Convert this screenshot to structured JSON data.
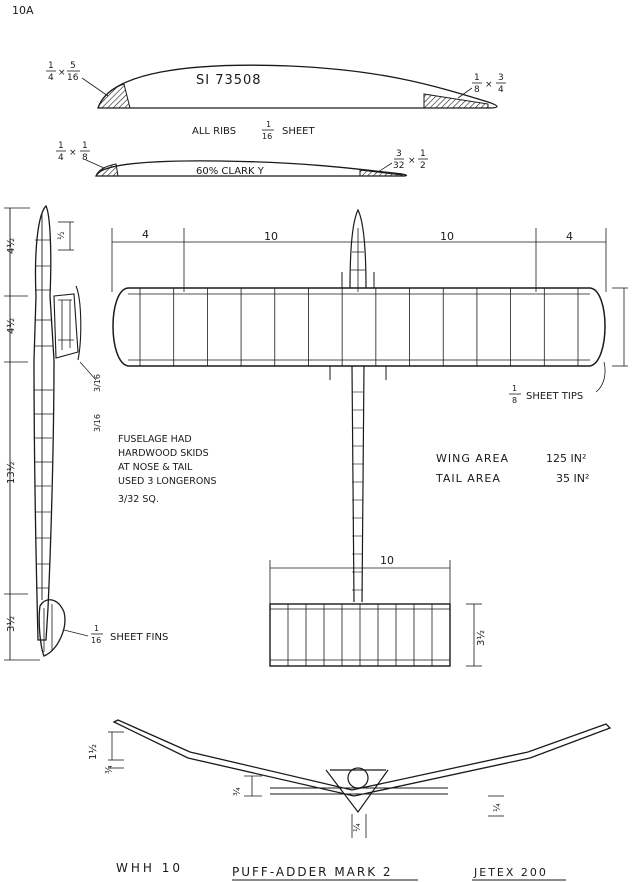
{
  "page_label": "10A",
  "rib_top": {
    "section_name": "SI 73508",
    "le_size_num": "1",
    "le_size_den": "4",
    "le_size_x": "×",
    "le_size_num2": "5",
    "le_size_den2": "16",
    "te_size_num": "1",
    "te_size_den": "8",
    "te_size_x": "×",
    "te_size_num2": "3",
    "te_size_den2": "4"
  },
  "ribs_note_prefix": "ALL RIBS",
  "ribs_note_num": "1",
  "ribs_note_den": "16",
  "ribs_note_suffix": "SHEET",
  "rib_tail": {
    "section_name": "60% CLARK Y",
    "le_num": "1",
    "le_den": "4",
    "le_x": "×",
    "le_num2": "1",
    "le_den2": "8",
    "te_num": "3",
    "te_den": "32",
    "te_x": "×",
    "te_num2": "1",
    "te_den2": "2"
  },
  "wing_dims": {
    "tip_left": "4",
    "panel_left": "10",
    "panel_right": "10",
    "tip_right": "4"
  },
  "tips_note": {
    "num": "1",
    "den": "8",
    "text": "SHEET TIPS"
  },
  "fuse_dims": {
    "nose": "4½",
    "pylon": "4½",
    "boom": "13½",
    "tail": "3½",
    "pylon_w": "½",
    "side_a": "3/16",
    "side_b": "3/16"
  },
  "fuselage_note": [
    "FUSELAGE HAD",
    "HARDWOOD SKIDS",
    "AT NOSE & TAIL",
    "USED 3 LONGERONS",
    "3/32 SQ."
  ],
  "areas": {
    "wing_label": "WING  AREA",
    "wing_value": "125 IN²",
    "tail_label": "TAIL  AREA",
    "tail_value": "35 IN²"
  },
  "tailplane": {
    "span": "10",
    "chord": "3½"
  },
  "fins_note": {
    "num": "1",
    "den": "16",
    "text": "SHEET FINS"
  },
  "front_view": {
    "dihedral_outer": "1½",
    "dihedral_inner": "¾",
    "fin_height": "¾",
    "stab_dihedral": "¼",
    "pod_width": "¼"
  },
  "title_block": {
    "designer": "WHH 10",
    "model": "PUFF-ADDER MARK 2",
    "engine": "JETEX 200"
  },
  "wing_rib_count": 14,
  "tail_rib_count": 9
}
